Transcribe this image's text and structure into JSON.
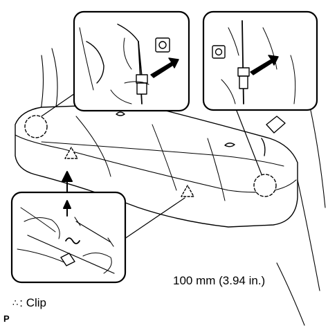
{
  "measurement": "100 mm (3.94 in.)",
  "legend": {
    "symbol": "∴",
    "text": ": Clip"
  },
  "figure_code": "P"
}
